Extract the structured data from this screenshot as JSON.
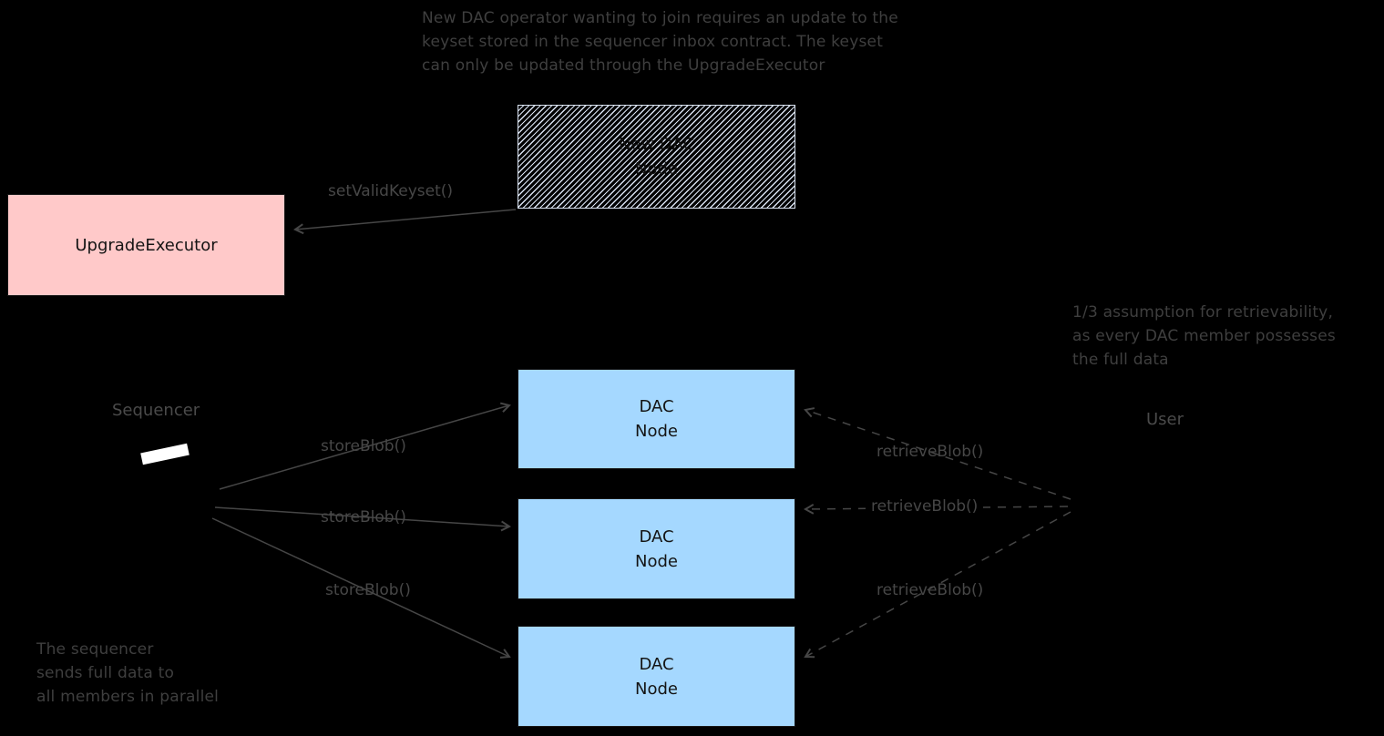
{
  "annotations": {
    "top": [
      "New DAC operator wanting to join requires an update to the",
      "keyset stored in the sequencer inbox contract. The keyset",
      "can only be updated through the UpgradeExecutor"
    ],
    "right": [
      "1/3 assumption for retrievability,",
      "as every DAC member possesses",
      "the full data"
    ],
    "bottom_left": [
      "The sequencer",
      "sends full data to",
      "all members in parallel"
    ]
  },
  "nodes": {
    "upgrade_executor": {
      "label": "UpgradeExecutor",
      "fill": "#ffc9c9"
    },
    "new_dac_node": {
      "line1": "New DAC",
      "line2": "Node"
    },
    "dac_nodes": [
      {
        "line1": "DAC",
        "line2": "Node"
      },
      {
        "line1": "DAC",
        "line2": "Node"
      },
      {
        "line1": "DAC",
        "line2": "Node"
      }
    ],
    "sequencer": {
      "label": "Sequencer"
    },
    "user": {
      "label": "User"
    }
  },
  "edge_labels": {
    "set_valid_keyset": "setValidKeyset()",
    "store_blob": [
      "storeBlob()",
      "storeBlob()",
      "storeBlob()"
    ],
    "retrieve_blob": [
      "retrieveBlob()",
      "retrieveBlob()",
      "retrieveBlob()"
    ]
  },
  "colors": {
    "background": "#000000",
    "annotation_text": "#3f3f3f",
    "arrow": "#464646",
    "pink_box_fill": "#ffc9c9",
    "blue_box_fill": "#a5d8ff",
    "hatch_line": "#d9e2f1",
    "sequencer_shape": "#ffffff"
  }
}
